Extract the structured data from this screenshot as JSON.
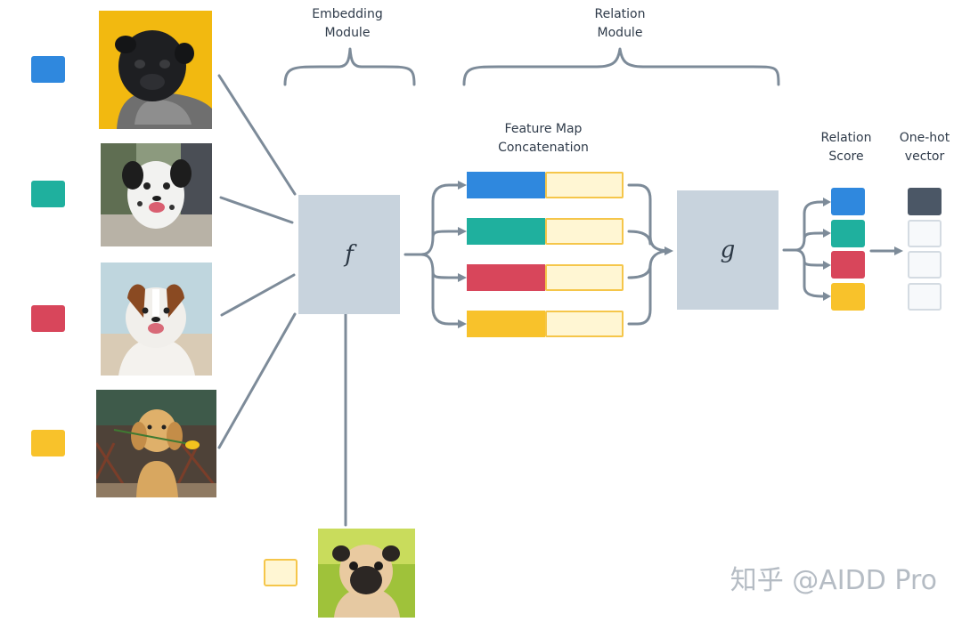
{
  "labels": {
    "embedding_module": "Embedding\nModule",
    "relation_module": "Relation\nModule",
    "feature_map": "Feature Map\nConcatenation",
    "relation_score": "Relation\nScore",
    "one_hot": "One-hot\nvector"
  },
  "functions": {
    "f": "f",
    "g": "g"
  },
  "colors": {
    "blue": "#2f88de",
    "teal": "#1fb09e",
    "red": "#d8465b",
    "yellow": "#f8c22b",
    "query_fill": "#fff6d3",
    "query_border": "#f5c64a",
    "box": "#c8d3dd",
    "line": "#7d8b99",
    "onehot_active": "#4b5766"
  },
  "support_classes": [
    "blue",
    "teal",
    "red",
    "yellow"
  ],
  "support_images": [
    "black-pug-photo",
    "dalmatian-mix-photo",
    "border-collie-photo",
    "golden-retriever-photo"
  ],
  "query_image": "fawn-pug-photo",
  "one_hot_active_index": 0,
  "watermark": "知乎 @AIDD Pro"
}
